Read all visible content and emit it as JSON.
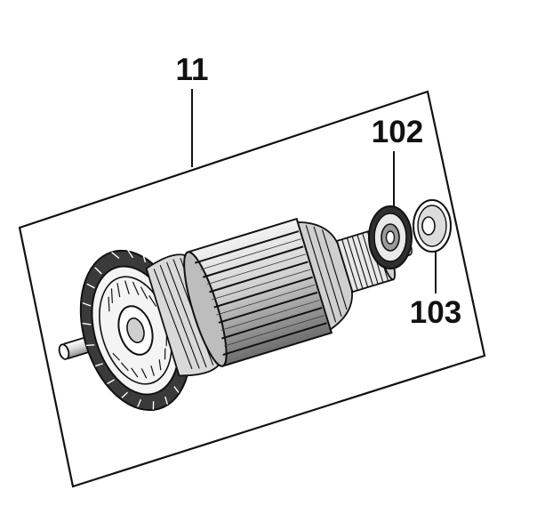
{
  "diagram": {
    "type": "exploded-parts-diagram",
    "callouts": {
      "armature": "11",
      "bearing": "102",
      "washer": "103"
    },
    "colors": {
      "line": "#111111",
      "background": "#ffffff",
      "shade": "#2a2a2a",
      "mid": "#9a9a9a",
      "light": "#e6e6e6"
    }
  }
}
